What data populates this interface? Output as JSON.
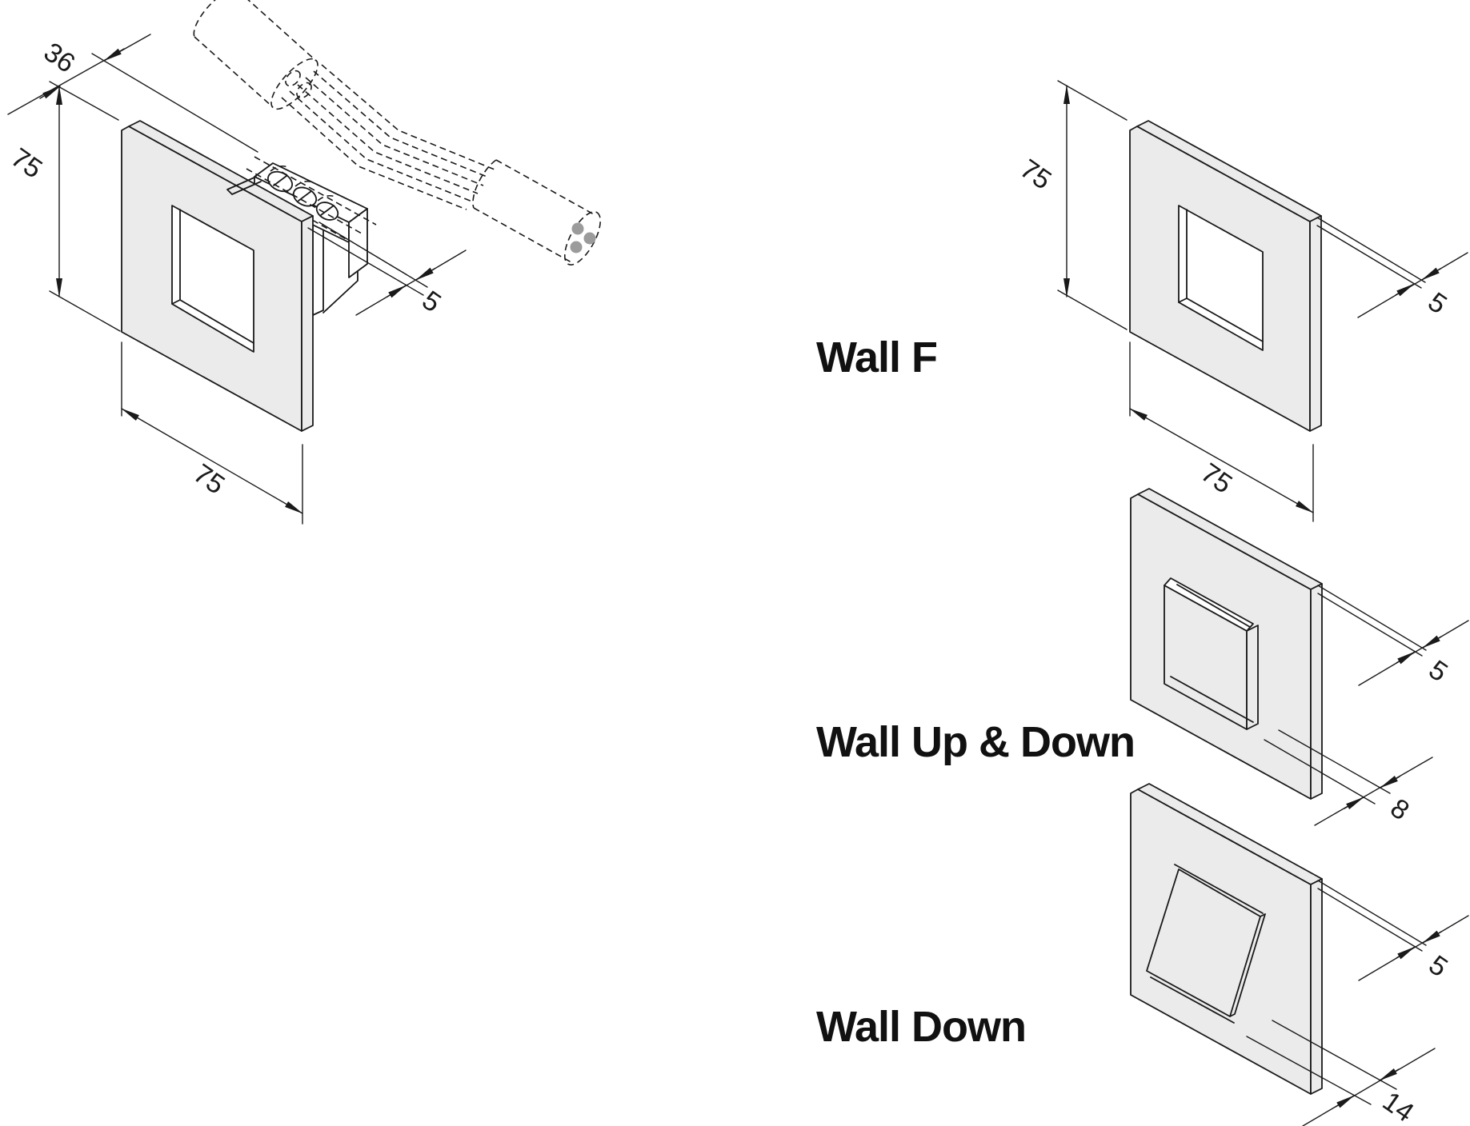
{
  "canvas": {
    "background": "#ffffff",
    "line_color": "#1a1a1a",
    "plate_fill": "#ebebeb",
    "conductor_dot_color": "#9b9b9b"
  },
  "views": {
    "exploded": {
      "dims": {
        "depth": "36",
        "height": "75",
        "width": "75",
        "glass": "5"
      }
    },
    "wall_f": {
      "label": "Wall F",
      "dims": {
        "height": "75",
        "width": "75",
        "thickness": "5"
      }
    },
    "wall_up_down": {
      "label": "Wall Up & Down",
      "dims": {
        "thickness": "5",
        "protrusion": "8"
      }
    },
    "wall_down": {
      "label": "Wall Down",
      "dims": {
        "thickness": "5",
        "protrusion": "14"
      }
    }
  }
}
